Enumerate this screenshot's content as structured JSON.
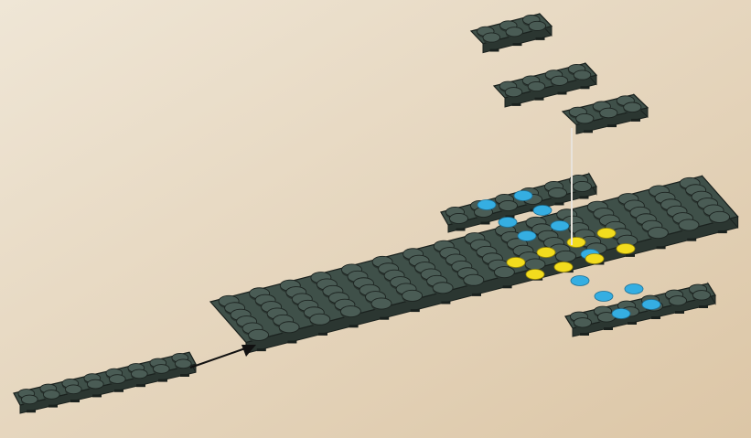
{
  "scene": {
    "background_top": "#efe6d6",
    "background_bottom": "#dcc6a6",
    "plate_top_color": "#3f5049",
    "plate_side_color": "#2b3631",
    "plate_edge_color": "#1a211e",
    "stud_color": "#4a5c55",
    "stud_outline": "#1c2320",
    "highlight_blue": "#35aee2",
    "highlight_yellow": "#f2dc1e",
    "arrow_color": "#111111",
    "guide_line_color": "#e8e3dc"
  },
  "parts": [
    {
      "name": "large-base-plate",
      "studs": "6x16"
    },
    {
      "name": "small-plate-left",
      "studs": "2x8"
    },
    {
      "name": "back-plate",
      "studs": "2x6"
    },
    {
      "name": "front-plate",
      "studs": "2x6"
    },
    {
      "name": "top-plate-a",
      "studs": "2x3"
    },
    {
      "name": "top-plate-b",
      "studs": "2x4"
    },
    {
      "name": "top-plate-c",
      "studs": "2x3"
    }
  ],
  "highlights": {
    "blue_studs": 12,
    "yellow_studs": 8
  }
}
